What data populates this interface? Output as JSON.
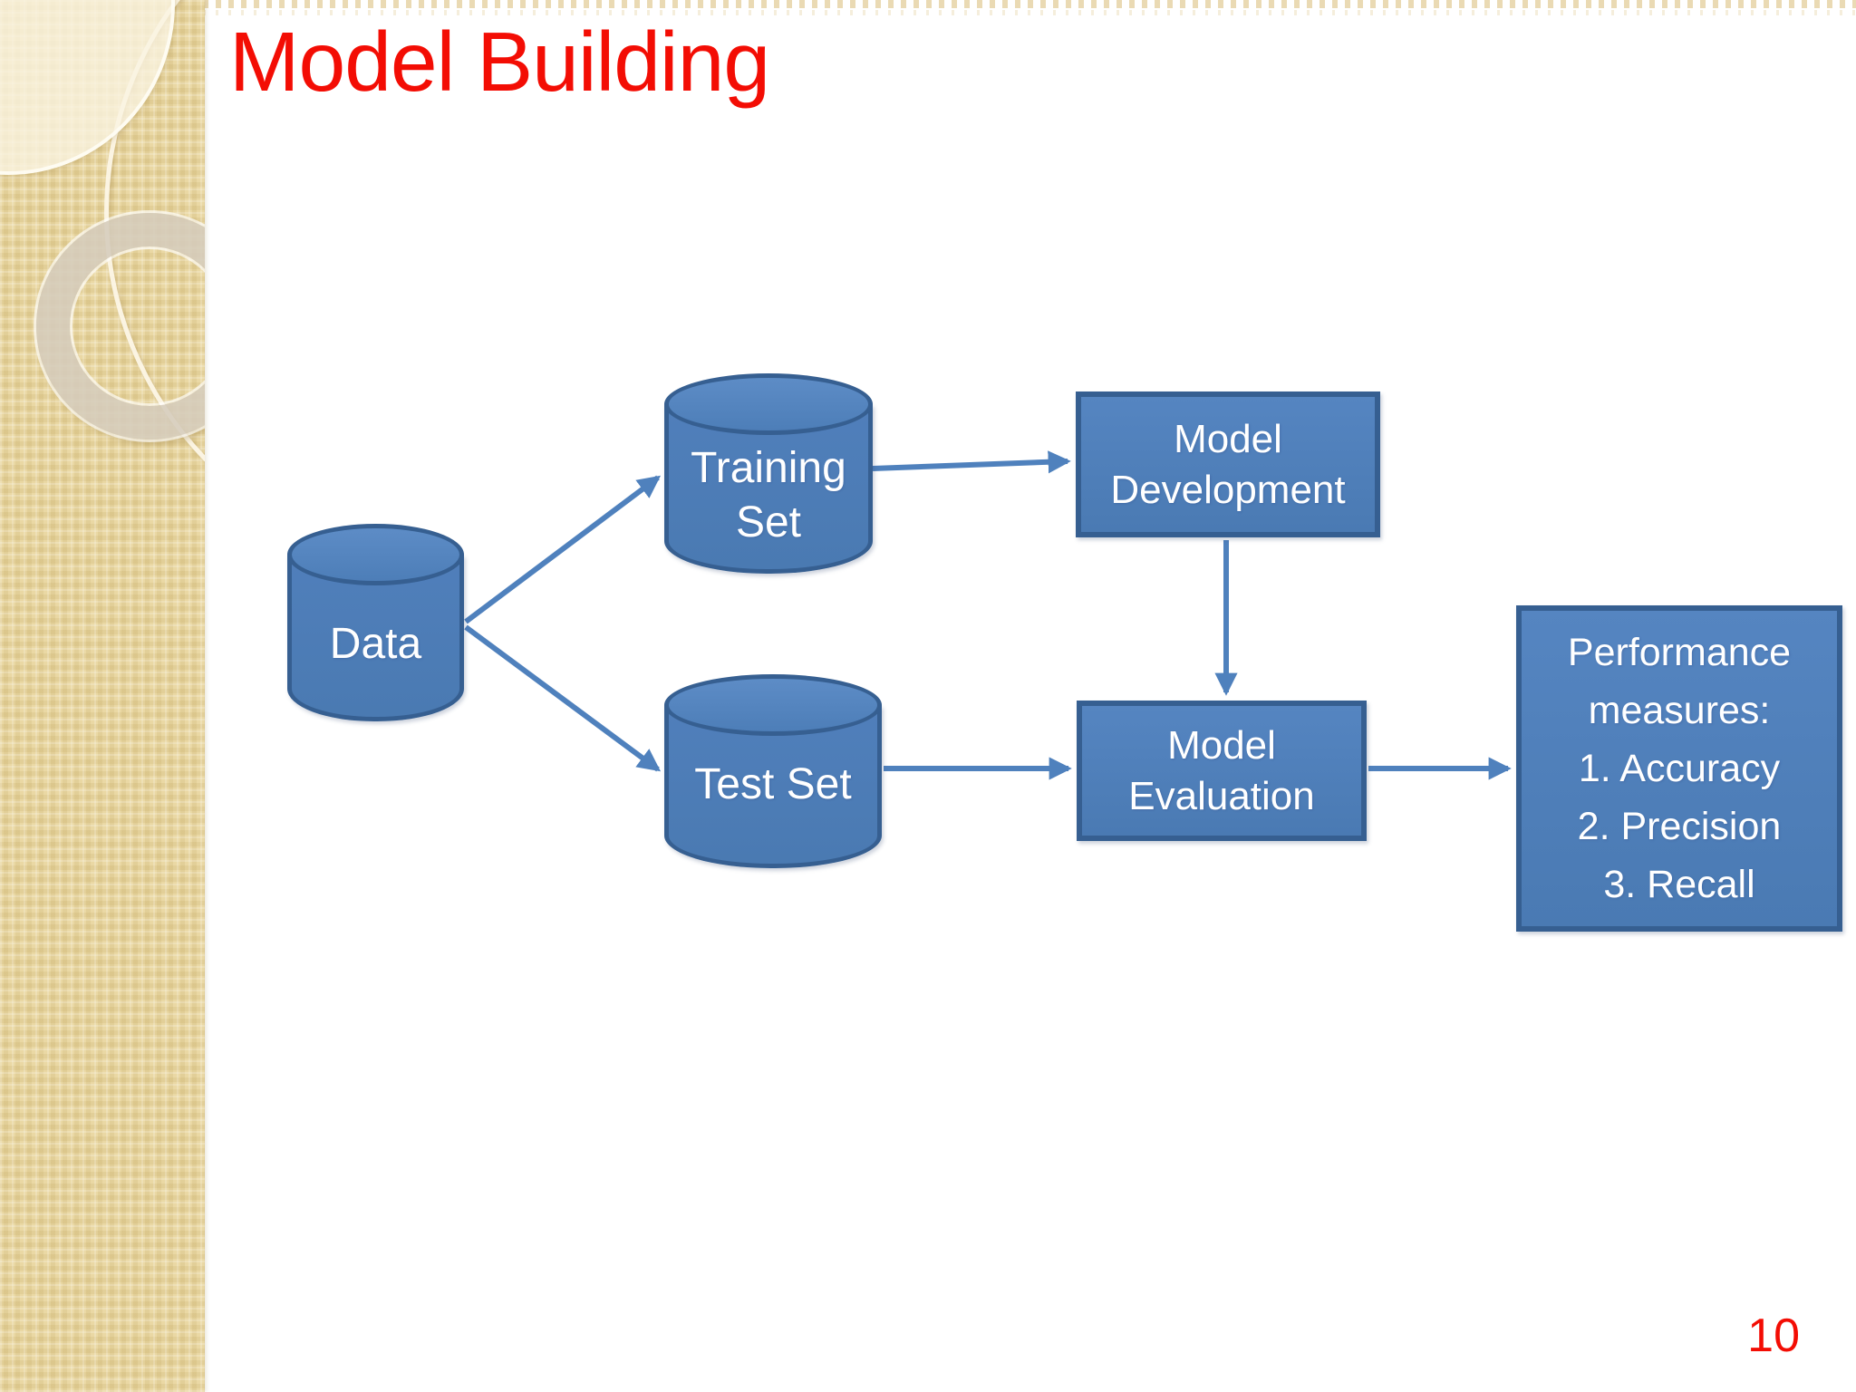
{
  "slide": {
    "title": "Model Building",
    "page_number": "10",
    "colors": {
      "title_red": "#f30d04",
      "node_fill": "#4f81bd",
      "node_border": "#365f91",
      "arrow": "#4f81bd",
      "node_text": "#ffffff",
      "sidebar_tan": "#ead8a4"
    }
  },
  "diagram": {
    "nodes": {
      "data": {
        "shape": "cylinder",
        "label": "Data"
      },
      "training_set": {
        "shape": "cylinder",
        "line1": "Training",
        "line2": "Set"
      },
      "test_set": {
        "shape": "cylinder",
        "label": "Test Set"
      },
      "model_development": {
        "shape": "rectangle",
        "line1": "Model",
        "line2": "Development"
      },
      "model_evaluation": {
        "shape": "rectangle",
        "line1": "Model",
        "line2": "Evaluation"
      },
      "performance_measures": {
        "shape": "rectangle",
        "lines": [
          "Performance",
          "measures:",
          "1. Accuracy",
          "2. Precision",
          "3. Recall"
        ]
      }
    },
    "edges": [
      {
        "from": "data",
        "to": "training_set"
      },
      {
        "from": "data",
        "to": "test_set"
      },
      {
        "from": "training_set",
        "to": "model_development"
      },
      {
        "from": "model_development",
        "to": "model_evaluation"
      },
      {
        "from": "test_set",
        "to": "model_evaluation"
      },
      {
        "from": "model_evaluation",
        "to": "performance_measures"
      }
    ]
  }
}
